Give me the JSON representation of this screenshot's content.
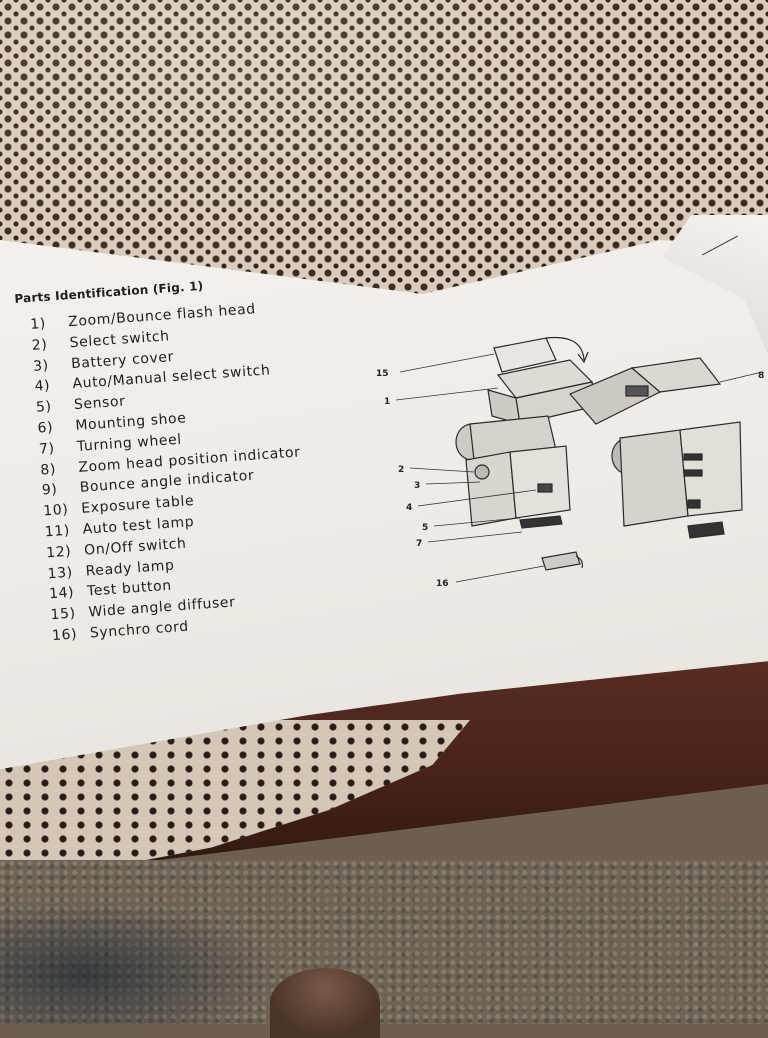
{
  "manual": {
    "title": "Parts Identification (Fig. 1)",
    "items": [
      {
        "num": "1)",
        "label": "Zoom/Bounce flash head"
      },
      {
        "num": "2)",
        "label": "Select switch"
      },
      {
        "num": "3)",
        "label": "Battery cover"
      },
      {
        "num": "4)",
        "label": "Auto/Manual select switch"
      },
      {
        "num": "5)",
        "label": "Sensor"
      },
      {
        "num": "6)",
        "label": "Mounting shoe"
      },
      {
        "num": "7)",
        "label": "Turning wheel"
      },
      {
        "num": "8)",
        "label": "Zoom head position indicator"
      },
      {
        "num": "9)",
        "label": "Bounce angle indicator"
      },
      {
        "num": "10)",
        "label": "Exposure table"
      },
      {
        "num": "11)",
        "label": "Auto test lamp"
      },
      {
        "num": "12)",
        "label": "On/Off switch"
      },
      {
        "num": "13)",
        "label": "Ready lamp"
      },
      {
        "num": "14)",
        "label": "Test button"
      },
      {
        "num": "15)",
        "label": "Wide angle diffuser"
      },
      {
        "num": "16)",
        "label": "Synchro cord"
      }
    ]
  },
  "figure": {
    "callouts": [
      "15",
      "1",
      "2",
      "3",
      "4",
      "5",
      "7",
      "16",
      "8"
    ]
  }
}
